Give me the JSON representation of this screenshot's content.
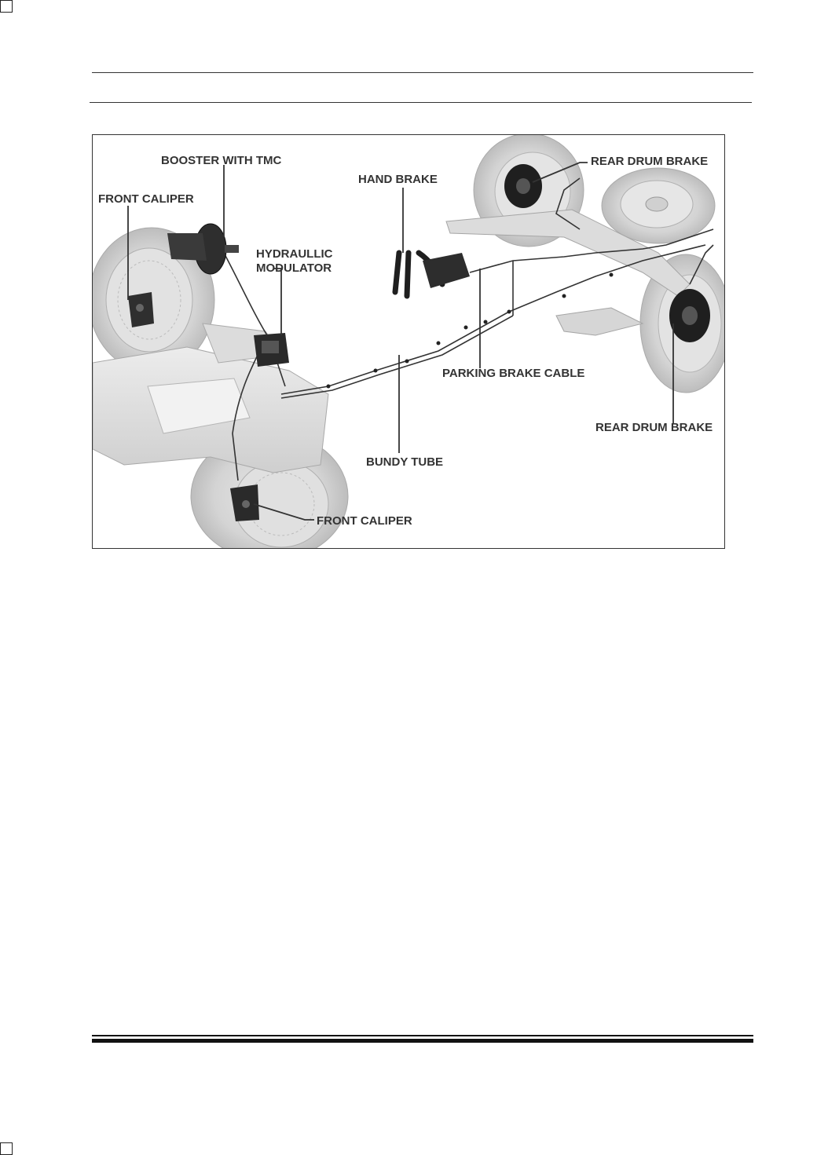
{
  "figure": {
    "labels": {
      "booster": "BOOSTER WITH TMC",
      "front_caliper_top": "FRONT CALIPER",
      "hand_brake": "HAND BRAKE",
      "rear_drum_top": "REAR DRUM BRAKE",
      "modulator_line1": "HYDRAULLIC",
      "modulator_line2": "MODULATOR",
      "parking_cable": "PARKING BRAKE CABLE",
      "rear_drum_bottom": "REAR DRUM BRAKE",
      "bundy_tube": "BUNDY TUBE",
      "front_caliper_bottom": "FRONT CALIPER"
    }
  }
}
